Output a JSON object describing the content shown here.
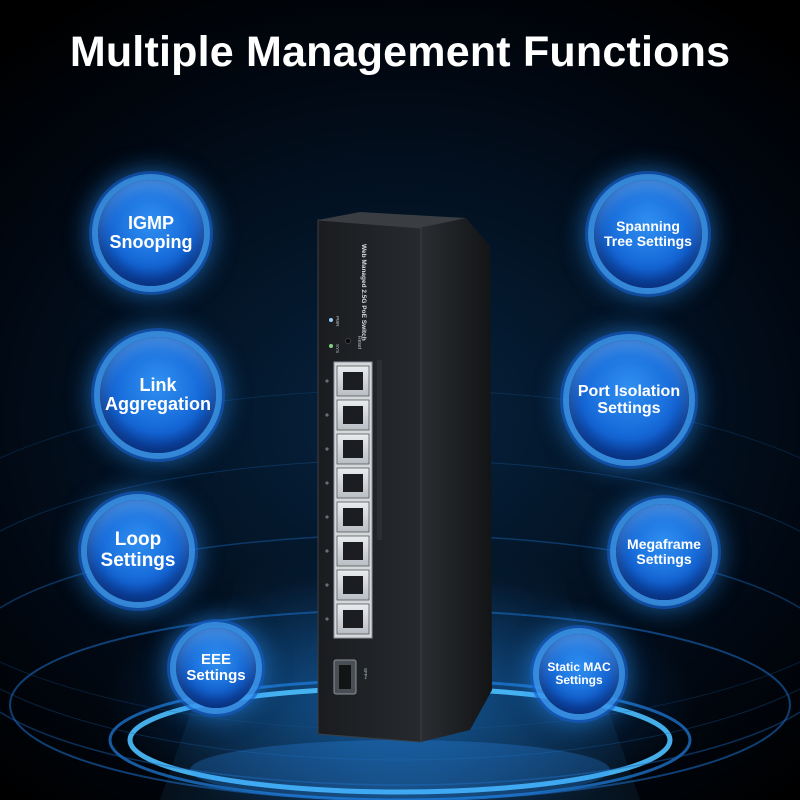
{
  "header": {
    "title": "Multiple Management Functions"
  },
  "features_left": [
    {
      "line1": "IGMP",
      "line2": "Snooping"
    },
    {
      "line1": "Link",
      "line2": "Aggregation"
    },
    {
      "line1": "Loop",
      "line2": "Settings"
    },
    {
      "line1": "EEE",
      "line2": "Settings"
    }
  ],
  "features_right": [
    {
      "line1": "Spanning",
      "line2": "Tree Settings"
    },
    {
      "line1": "Port Isolation",
      "line2": "Settings"
    },
    {
      "line1": "Megaframe",
      "line2": "Settings"
    },
    {
      "line1": "Static MAC",
      "line2": "Settings"
    }
  ],
  "device": {
    "label": "Web Managed 2.5G PoE Switch",
    "reset_label": "Reset",
    "sys_label": "SYS",
    "pwr_label": "PWR",
    "sfp_label": "SFP+"
  },
  "colors": {
    "accent": "#1467d8",
    "glow": "#2f9bff",
    "background": "#010812"
  }
}
